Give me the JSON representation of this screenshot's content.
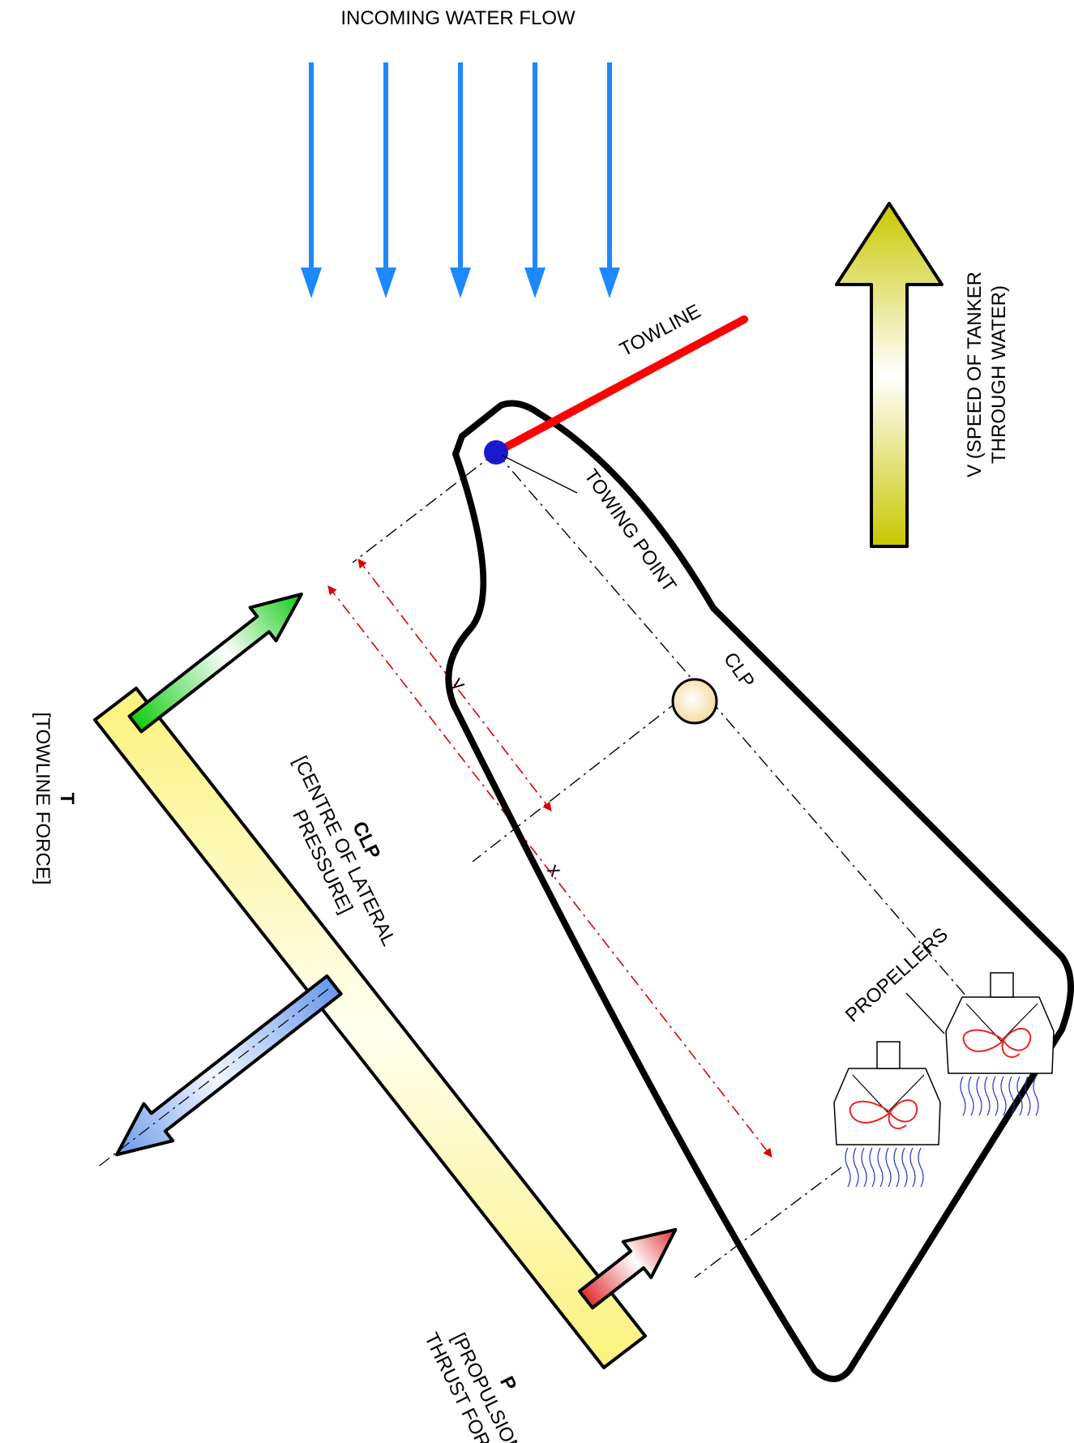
{
  "labels": {
    "incoming_water_flow": "INCOMING WATER FLOW",
    "towline": "TOWLINE",
    "towing_point": "TOWING POINT",
    "clp_short": "CLP",
    "y_dim": "y",
    "x_dim": "x",
    "propellers": "PROPELLERS",
    "speed_line1": "V (SPEED OF TANKER",
    "speed_line2": "THROUGH WATER)",
    "t_symbol": "T",
    "t_desc": "[TOWLINE FORCE]",
    "clp_symbol": "CLP",
    "clp_line1": "[CENTRE OF LATERAL",
    "clp_line2": "PRESSURE]",
    "p_symbol": "P",
    "p_line1": "[PROPULSION",
    "p_line2": "THRUST FORCE]"
  },
  "colors": {
    "water_flow": "#1e88ff",
    "towline": "#ff0000",
    "towing_point": "#1a1acc",
    "hull": "#000000",
    "lever_bar": "#f8f080",
    "towline_force": "#22cc22",
    "clp_force": "#6f98e8",
    "thrust_force": "#e03030",
    "speed_arrow": "#c8c800",
    "dimension": "#dd0000",
    "propeller": "#ee2222",
    "prop_wash": "#2233cc"
  }
}
